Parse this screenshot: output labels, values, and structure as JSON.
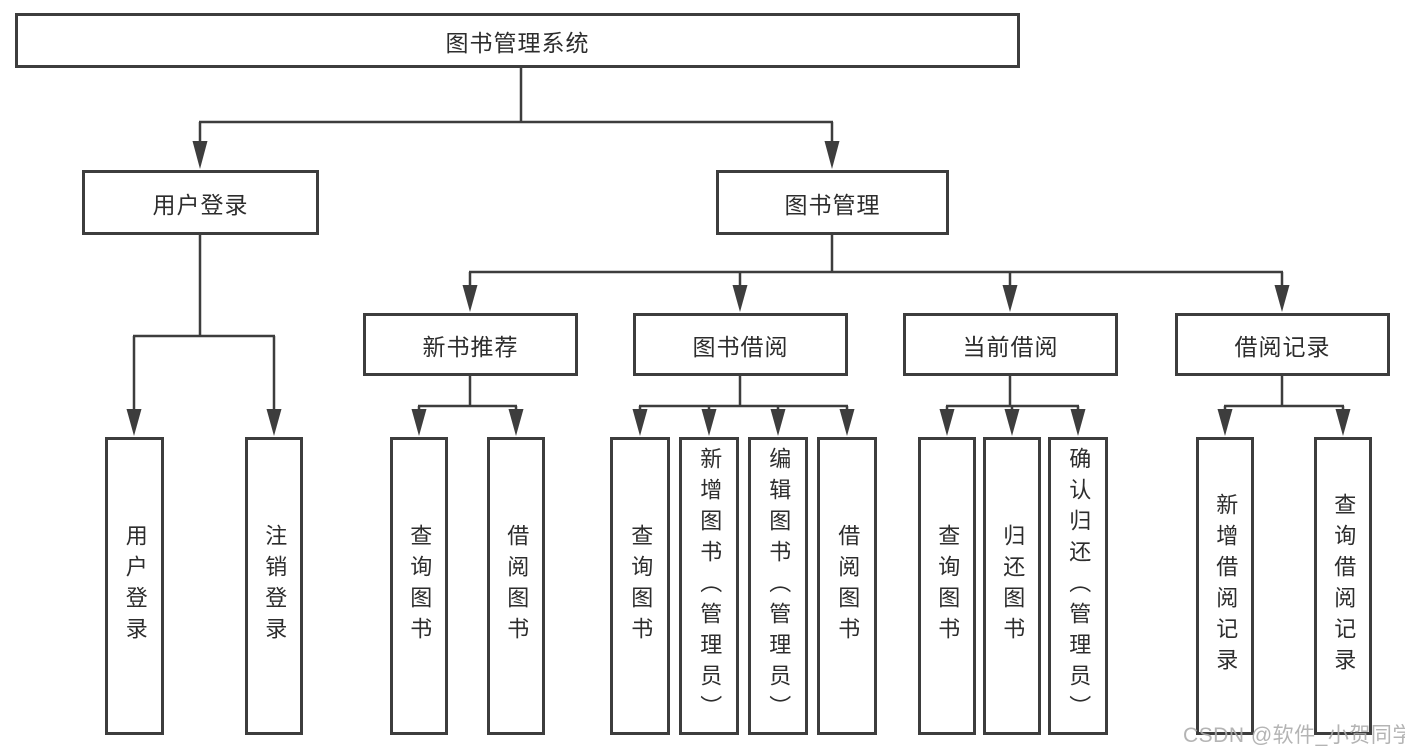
{
  "diagram": {
    "type": "tree-structure-diagram",
    "colors": {
      "line": "#3d3d3d",
      "box_border": "#3d3d3d",
      "box_fill": "#ffffff",
      "text": "#2d2d2d",
      "watermark": "#acacac",
      "background": "#ffffff"
    },
    "watermark": "CSDN @软件_小贺同学",
    "nodes": {
      "root": {
        "label": "图书管理系统"
      },
      "user_login": {
        "label": "用户登录"
      },
      "book_management": {
        "label": "图书管理"
      },
      "new_book_recommend": {
        "label": "新书推荐"
      },
      "book_borrowing": {
        "label": "图书借阅"
      },
      "current_borrowing": {
        "label": "当前借阅"
      },
      "borrowing_records": {
        "label": "借阅记录"
      },
      "leaf_user_login": {
        "label": "用户登录"
      },
      "leaf_logout": {
        "label": "注销登录"
      },
      "leaf_nb_query_books": {
        "label": "查询图书"
      },
      "leaf_nb_borrow_books": {
        "label": "借阅图书"
      },
      "leaf_bb_query_books": {
        "label": "查询图书"
      },
      "leaf_bb_add_books": {
        "label": "新增图书（管理员）"
      },
      "leaf_bb_edit_books": {
        "label": "编辑图书（管理员）"
      },
      "leaf_bb_borrow_books": {
        "label": "借阅图书"
      },
      "leaf_cb_query_books": {
        "label": "查询图书"
      },
      "leaf_cb_return_books": {
        "label": "归还图书"
      },
      "leaf_cb_confirm_return": {
        "label": "确认归还（管理员）"
      },
      "leaf_br_add_record": {
        "label": "新增借阅记录"
      },
      "leaf_br_query_record": {
        "label": "查询借阅记录"
      }
    },
    "tree": {
      "图书管理系统": {
        "用户登录": [
          "用户登录",
          "注销登录"
        ],
        "图书管理": {
          "新书推荐": [
            "查询图书",
            "借阅图书"
          ],
          "图书借阅": [
            "查询图书",
            "新增图书（管理员）",
            "编辑图书（管理员）",
            "借阅图书"
          ],
          "当前借阅": [
            "查询图书",
            "归还图书",
            "确认归还（管理员）"
          ],
          "借阅记录": [
            "新增借阅记录",
            "查询借阅记录"
          ]
        }
      }
    }
  }
}
